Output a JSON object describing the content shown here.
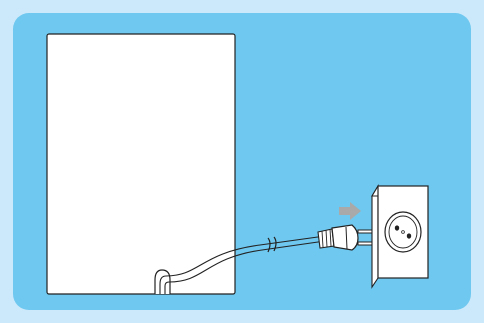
{
  "figure": {
    "label": "",
    "colors": {
      "page_background": "#cbe9fb",
      "panel_background": "#6fc8ef",
      "device_fill": "#ffffff",
      "outline": "#222222",
      "arrow": "#a9a9a9"
    },
    "icons": [
      "appliance-panel",
      "power-cord",
      "plug",
      "insert-arrow",
      "wall-socket"
    ]
  }
}
